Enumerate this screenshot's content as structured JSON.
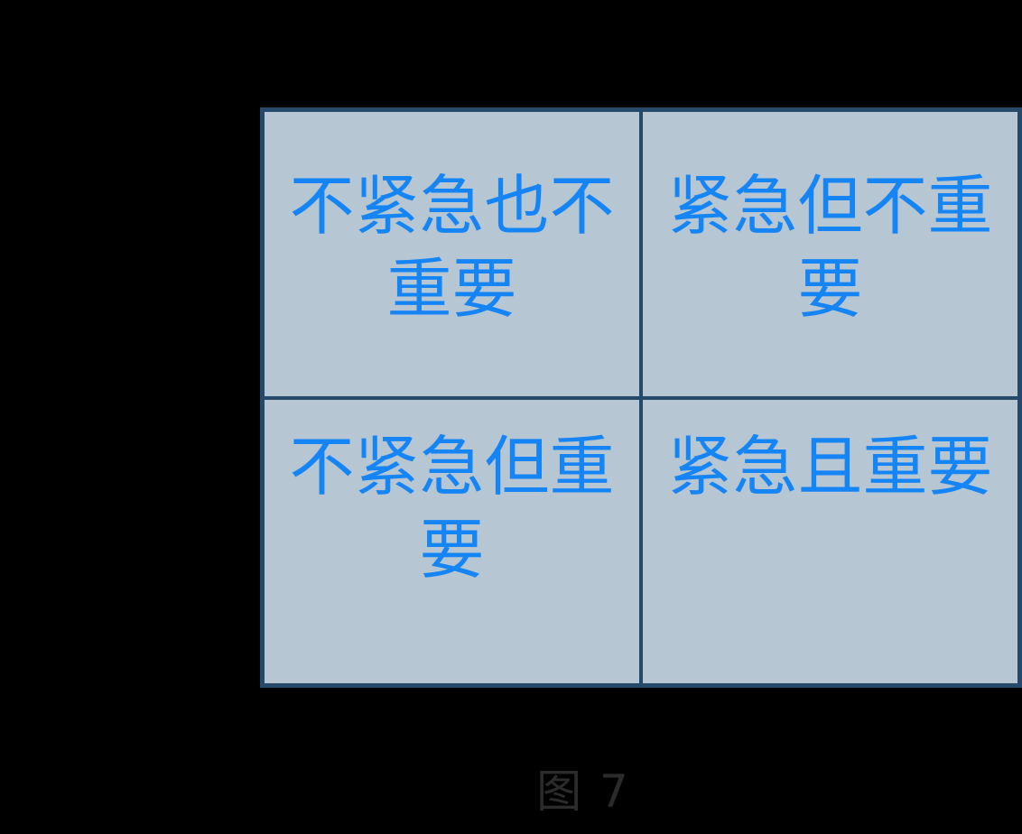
{
  "figure": {
    "caption": "图 7",
    "background_color": "#000000",
    "cell_fill_color": "#B6C6D3",
    "cell_border_color": "#24496B",
    "cell_text_color": "#1585F5",
    "caption_text_color": "#2B2B2B"
  },
  "matrix": {
    "rows": 2,
    "columns": 2,
    "cells": [
      {
        "position": "top-left",
        "label": "不紧急也不重要"
      },
      {
        "position": "top-right",
        "label": "紧急但不重要"
      },
      {
        "position": "bottom-left",
        "label": "不紧急但重要"
      },
      {
        "position": "bottom-right",
        "label": "紧急且重要"
      }
    ]
  }
}
